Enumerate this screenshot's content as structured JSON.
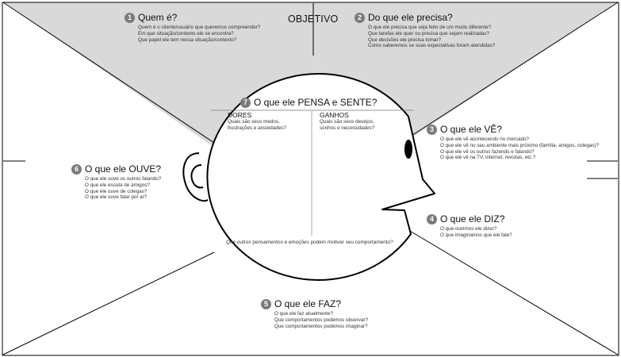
{
  "objetivo": "OBJETIVO",
  "sections": {
    "quem": {
      "num": "1",
      "title": "Quem é?",
      "questions": [
        "Quem é o cliente/usuário que queremos compreender?",
        "Em que situação/contexto ele se encontra?",
        "Que papel ele tem nessa situação/contexto?"
      ]
    },
    "precisa": {
      "num": "2",
      "title": "Do que ele precisa?",
      "questions": [
        "O que ele precisa que seja feito de um modo diferente?",
        "Que tarefas ele quer ou precisa que sejam realizadas?",
        "Que decisões ele precisa tomar?",
        "Como saberemos se suas expectativas foram atendidas?"
      ]
    },
    "ve": {
      "num": "3",
      "title": "O que ele VÊ?",
      "questions": [
        "O que ele vê acontecendo no mercado?",
        "O que ele vê no seu ambiente mais próximo (família, amigos, colegas)?",
        "O que ele vê os outros fazendo e falando?",
        "O que ele vê na TV, internet, revistas, etc.?"
      ]
    },
    "diz": {
      "num": "4",
      "title": "O que ele DIZ?",
      "questions": [
        "O que ouvimos ele dizer?",
        "O que imaginamos que ele fale?"
      ]
    },
    "faz": {
      "num": "5",
      "title": "O que ele FAZ?",
      "questions": [
        "O que ele faz atualmente?",
        "Que comportamentos podemos observar?",
        "Que comportamentos podemos imaginar?"
      ]
    },
    "ouve": {
      "num": "6",
      "title": "O que ele OUVE?",
      "questions": [
        "O que ele ouve os outros falando?",
        "O que ele escuta de amigos?",
        "O que ele ouve de colegas?",
        "O que ele ouve falar por aí?"
      ]
    },
    "pensa": {
      "num": "7",
      "title": "O que ele PENSA e SENTE?",
      "dores": {
        "title": "DORES",
        "questions": [
          "Quais são seus medos,",
          "frustrações e ansiedades?"
        ]
      },
      "ganhos": {
        "title": "GANHOS",
        "questions": [
          "Quais são seus desejos,",
          "sonhos e necessidades?"
        ]
      },
      "bottom": "Que outros pensamentos e emoções podem motivar seu comportamento?"
    }
  },
  "colors": {
    "top_fill": "#d9d9d9",
    "stroke": "#000000",
    "badge": "#7a7a7a"
  }
}
